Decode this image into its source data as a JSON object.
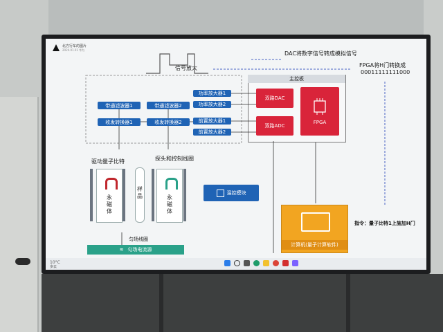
{
  "slide": {
    "header_small": "北方行车的图片",
    "header_sub": "2024.01.01  华为",
    "dac_note": "DAC将数字信号转成模拟信号",
    "fpga_note_line1": "FPGA将H门转换成",
    "fpga_note_line2": "00011111111000",
    "signal_amp": "信号放大",
    "main_board": "主控板",
    "dual_dac": "双路DAC",
    "dual_adc": "双路ADC",
    "fpga": "FPGA",
    "band_filter_1": "带通滤波器1",
    "band_filter_2": "带通滤波器2",
    "transceiver_1": "收发转换器1",
    "transceiver_2": "收发转换器2",
    "power_amp_1": "功率放大器1",
    "power_amp_2": "功率放大器2",
    "pre_amp_1": "前置放大器1",
    "pre_amp_2": "前置放大器2",
    "drive_qubit": "驱动量子比特",
    "probe_coil": "探头和控制线圈",
    "magnet_left": "永磁体",
    "magnet_right": "永磁体",
    "sample": "样品",
    "temp_module": "温控模块",
    "shim_coil": "匀场线圈",
    "shim_power": "匀场电流源",
    "computer": "计算机(量子计算软件)",
    "instruction": "指令：量子比特1上施加H门"
  },
  "taskbar": {
    "weather": "10°C",
    "weather_sub": "多云"
  },
  "colors": {
    "blue": "#1f63b5",
    "red": "#d9243a",
    "orange": "#f2a521",
    "teal": "#2aa189"
  }
}
